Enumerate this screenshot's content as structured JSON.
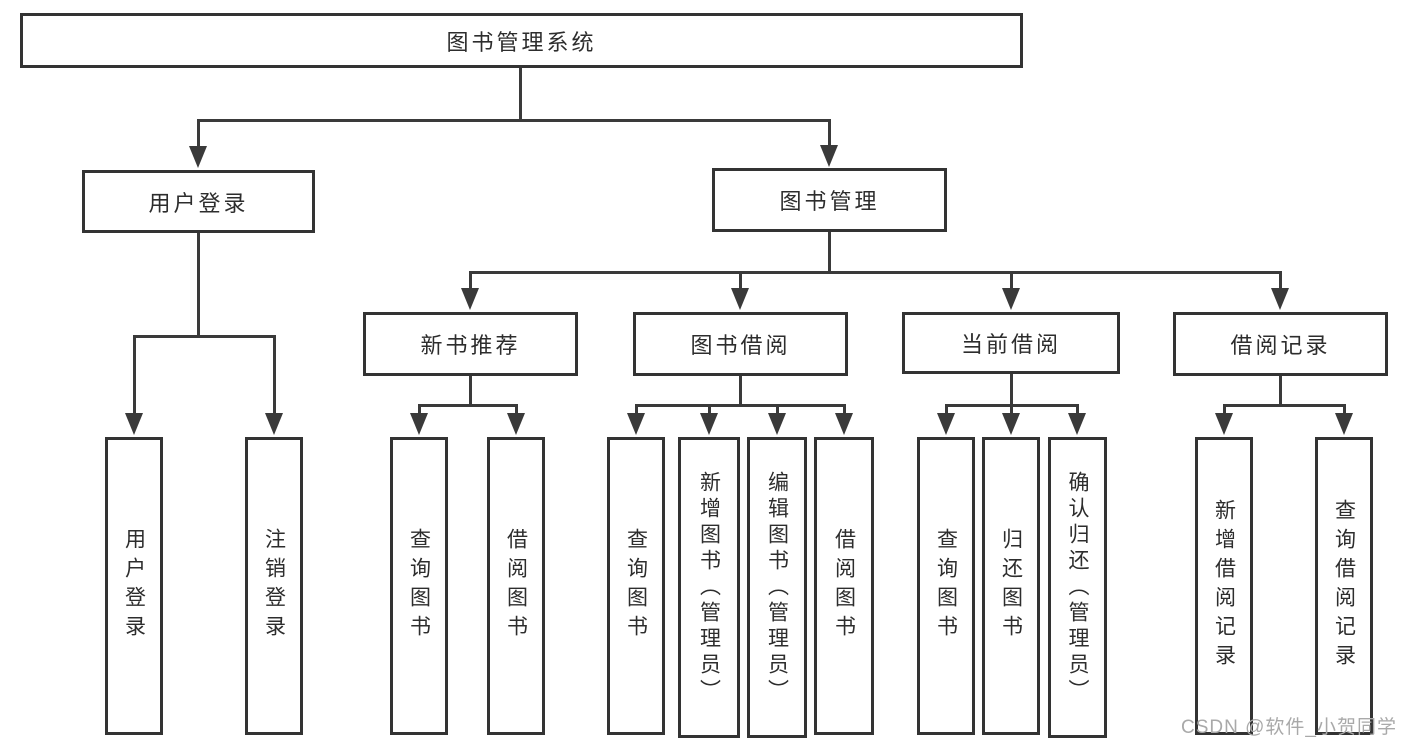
{
  "diagram": {
    "title": "图书管理系统",
    "root": {
      "label": "图书管理系统"
    },
    "level2": [
      {
        "label": "用户登录"
      },
      {
        "label": "图书管理"
      }
    ],
    "level3": [
      {
        "label": "新书推荐",
        "parent": "图书管理"
      },
      {
        "label": "图书借阅",
        "parent": "图书管理"
      },
      {
        "label": "当前借阅",
        "parent": "图书管理"
      },
      {
        "label": "借阅记录",
        "parent": "图书管理"
      }
    ],
    "leaves": [
      {
        "label": "用户登录",
        "parent": "用户登录"
      },
      {
        "label": "注销登录",
        "parent": "用户登录"
      },
      {
        "label": "查询图书",
        "parent": "新书推荐"
      },
      {
        "label": "借阅图书",
        "parent": "新书推荐"
      },
      {
        "label": "查询图书",
        "parent": "图书借阅"
      },
      {
        "label": "新增图书（管理员）",
        "parent": "图书借阅"
      },
      {
        "label": "编辑图书（管理员）",
        "parent": "图书借阅"
      },
      {
        "label": "借阅图书",
        "parent": "图书借阅"
      },
      {
        "label": "查询图书",
        "parent": "当前借阅"
      },
      {
        "label": "归还图书",
        "parent": "当前借阅"
      },
      {
        "label": "确认归还（管理员）",
        "parent": "当前借阅"
      },
      {
        "label": "新增借阅记录",
        "parent": "借阅记录"
      },
      {
        "label": "查询借阅记录",
        "parent": "借阅记录"
      }
    ]
  },
  "watermark": {
    "text": "CSDN @软件_小贺同学"
  },
  "colors": {
    "line": "#3a3a3a",
    "box_border": "#333333",
    "text": "#2d2d2d",
    "watermark": "#a9a9a9",
    "bg": "#ffffff"
  }
}
